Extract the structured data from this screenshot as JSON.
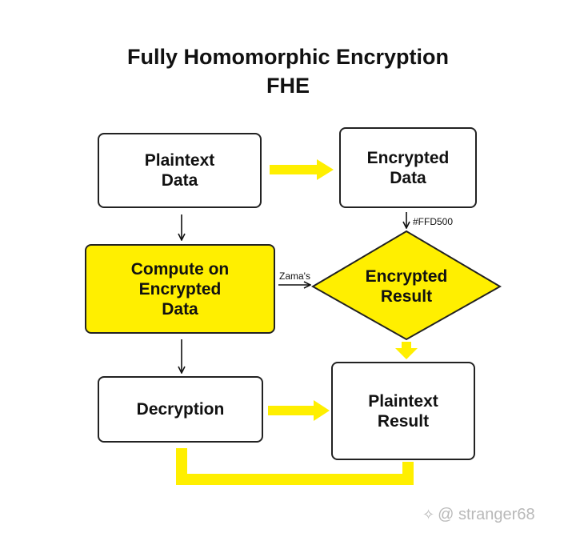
{
  "title": {
    "line1": "Fully Homomorphic Encryption",
    "line2": "FHE"
  },
  "nodes": {
    "plaintext_data": "Plaintext\nData",
    "encrypted_data": "Encrypted\nData",
    "compute": "Compute on\nEncrypted\nData",
    "encrypted_result": "Encrypted\nResult",
    "decryption": "Decryption",
    "plaintext_result": "Plaintext\nResult"
  },
  "annotations": {
    "color_code": "#FFD500",
    "zama": "Zama's"
  },
  "watermark": {
    "logo": "✧",
    "text": "@ stranger68"
  },
  "colors": {
    "accent_yellow": "#FFEF00",
    "box_stroke": "#222222"
  }
}
